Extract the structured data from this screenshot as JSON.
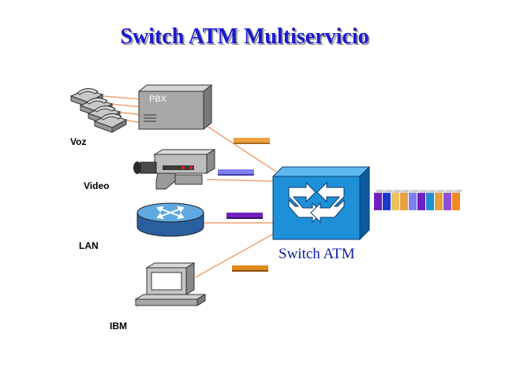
{
  "title": "Switch ATM Multiservicio",
  "nodes": {
    "voz": "Voz",
    "video": "Video",
    "lan": "LAN",
    "ibm": "IBM",
    "pbx": "PBX",
    "switch": "Switch ATM"
  },
  "colors": {
    "title": "#1a1acf",
    "switch_face": "#1e90d8",
    "cell_voz": "#f0a040",
    "cell_video": "#8080f0",
    "cell_lan": "#7020c0",
    "cell_ibm": "#e08a1a",
    "link_line": "#f0a070"
  },
  "cell_stream": [
    "#7020c0",
    "#1a3acf",
    "#f0c060",
    "#e8a040",
    "#8080f0",
    "#7020c0",
    "#1e8fd0",
    "#e0a040",
    "#8a50d8",
    "#f08a20"
  ]
}
